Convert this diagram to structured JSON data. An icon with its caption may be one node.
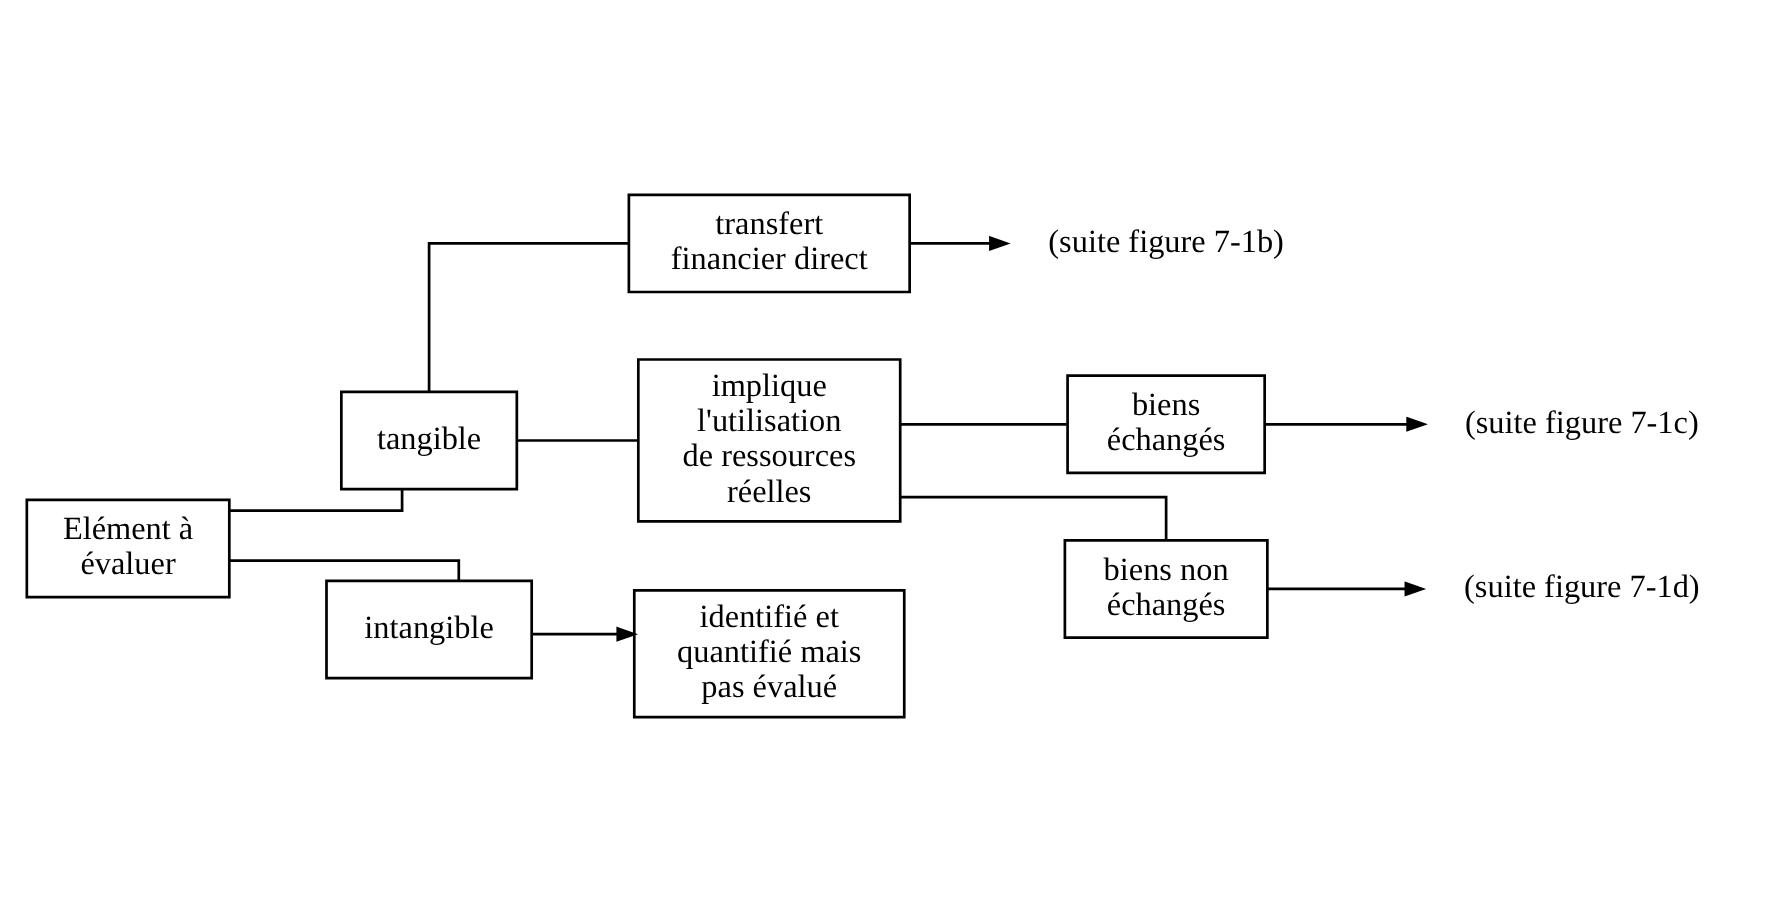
{
  "diagram": {
    "nodes": [
      {
        "text": [
          "Elément à évaluer"
        ]
      },
      {
        "text": [
          "tangible"
        ]
      },
      {
        "text": [
          "transfert financier direct"
        ]
      },
      {
        "text": [
          "implique l'utilisation de ressources réelles"
        ]
      },
      {
        "text": [
          "biens échangés"
        ]
      },
      {
        "text": [
          "biens non échangés"
        ]
      },
      {
        "text": [
          "intangible"
        ]
      },
      {
        "text": [
          "(suite figure 7-1b)"
        ]
      },
      {
        "text": [
          "(suite figure 7-1c)"
        ]
      },
      {
        "text": [
          "(suite figure 7-1d)"
        ]
      },
      {
        "text": [
          "identifié et quantifié mais pas évalué"
        ]
      }
    ],
    "edges": [
      {
        "from": 0,
        "to": 1,
        "arrow": "none"
      },
      {
        "from": 0,
        "to": 6,
        "arrow": "none"
      },
      {
        "from": 1,
        "to": 2,
        "arrow": "none"
      },
      {
        "from": 1,
        "to": 3,
        "arrow": "none"
      },
      {
        "from": 3,
        "to": 4,
        "arrow": "none"
      },
      {
        "from": 3,
        "to": 5,
        "arrow": "none"
      },
      {
        "from": 2,
        "to": 7,
        "arrow": "to"
      },
      {
        "from": 4,
        "to": 8,
        "arrow": "to"
      },
      {
        "from": 5,
        "to": 9,
        "arrow": "to"
      },
      {
        "from": 6,
        "to": 10,
        "arrow": "to"
      }
    ]
  }
}
